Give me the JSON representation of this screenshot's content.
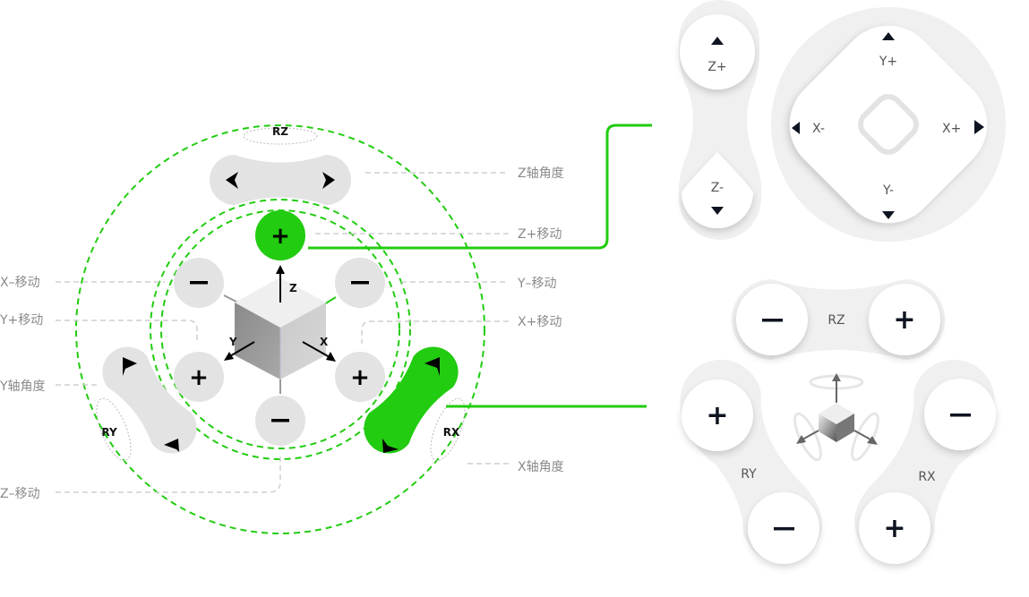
{
  "colors": {
    "accent_green": "#22cc11",
    "button_gray": "#e3e3e3",
    "panel_bg": "#f0f0f0",
    "label_gray": "#8a8a8a",
    "glyph_dark": "#0e1420"
  },
  "diagram": {
    "annotations": {
      "z_angle": "Z轴角度",
      "z_plus_move": "Z+移动",
      "y_minus_move": "Y–移动",
      "x_plus_move": "X+移动",
      "x_angle": "X轴角度",
      "x_minus_move": "X–移动",
      "y_plus_move": "Y+移动",
      "y_angle": "Y轴角度",
      "z_minus_move": "Z–移动"
    },
    "rotation_labels": {
      "rz": "RZ",
      "ry": "RY",
      "rx": "RX"
    },
    "axis_labels": {
      "z": "Z",
      "y": "Y",
      "x": "X"
    },
    "buttons": {
      "z_plus": "+",
      "x_minus": "−",
      "y_minus": "−",
      "y_plus": "+",
      "x_plus": "+",
      "z_minus": "−"
    },
    "highlighted": [
      "z_plus",
      "rx_rotation"
    ]
  },
  "panels": {
    "z_pad": {
      "plus": "Z+",
      "minus": "Z-"
    },
    "xy_pad": {
      "y_plus": "Y+",
      "y_minus": "Y-",
      "x_minus": "X-",
      "x_plus": "X+"
    },
    "rz_pad": {
      "label": "RZ",
      "minus": "−",
      "plus": "+"
    },
    "ry_pad": {
      "label": "RY",
      "plus": "+",
      "minus": "−"
    },
    "rx_pad": {
      "label": "RX",
      "minus": "−",
      "plus": "+"
    }
  }
}
